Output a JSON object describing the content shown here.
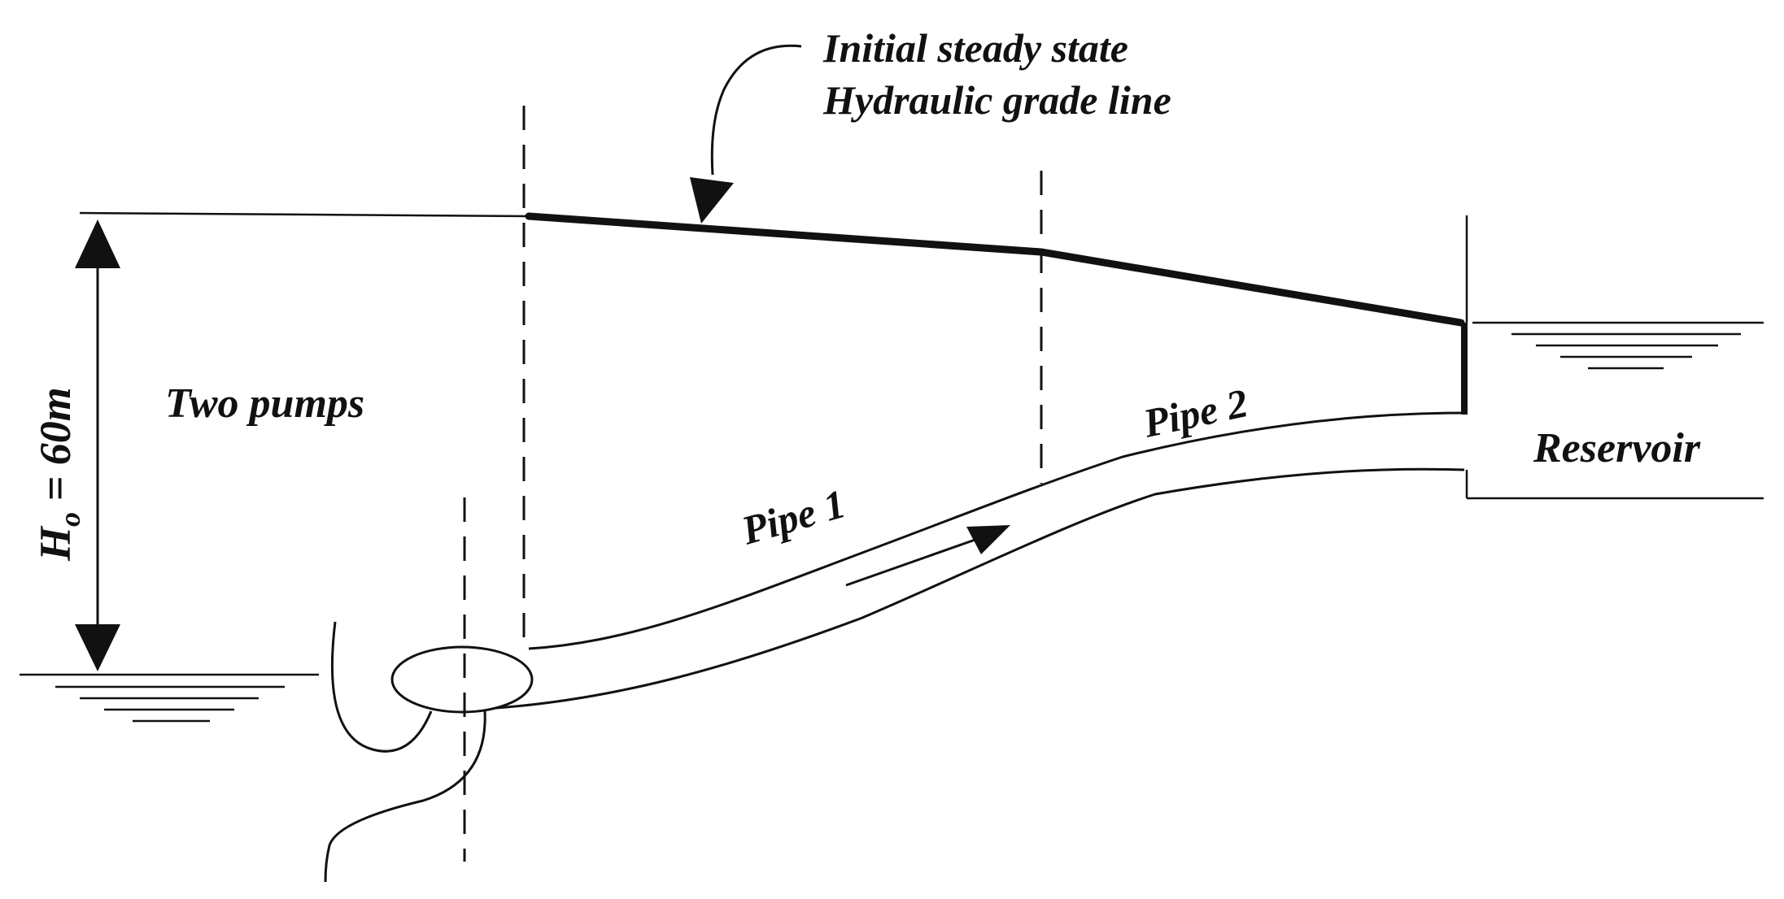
{
  "labels": {
    "hgl_line1": "Initial steady state",
    "hgl_line2": "Hydraulic grade line",
    "two_pumps": "Two pumps",
    "head_label": "H",
    "head_subscript": "o",
    "head_value": " = 60m",
    "pipe1": "Pipe 1",
    "pipe2": "Pipe 2",
    "reservoir": "Reservoir"
  }
}
